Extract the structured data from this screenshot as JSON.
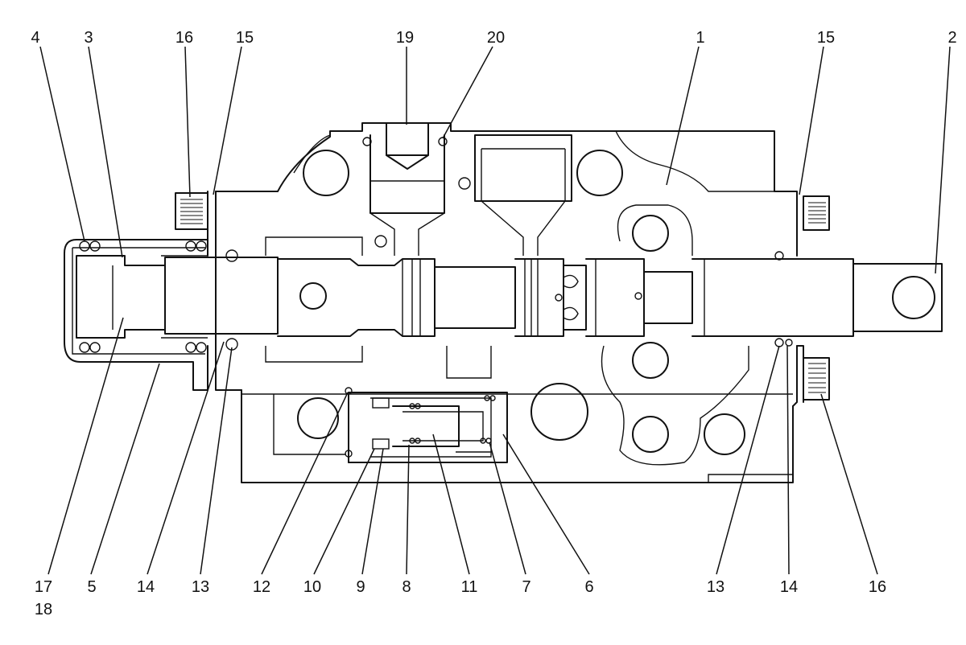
{
  "callouts": [
    {
      "id": "c4",
      "text": "4"
    },
    {
      "id": "c3",
      "text": "3"
    },
    {
      "id": "c16a",
      "text": "16"
    },
    {
      "id": "c15a",
      "text": "15"
    },
    {
      "id": "c19",
      "text": "19"
    },
    {
      "id": "c20",
      "text": "20"
    },
    {
      "id": "c1",
      "text": "1"
    },
    {
      "id": "c15b",
      "text": "15"
    },
    {
      "id": "c2",
      "text": "2"
    },
    {
      "id": "c17",
      "text": "17"
    },
    {
      "id": "c18",
      "text": "18"
    },
    {
      "id": "c5",
      "text": "5"
    },
    {
      "id": "c14a",
      "text": "14"
    },
    {
      "id": "c13a",
      "text": "13"
    },
    {
      "id": "c12",
      "text": "12"
    },
    {
      "id": "c10",
      "text": "10"
    },
    {
      "id": "c9",
      "text": "9"
    },
    {
      "id": "c8",
      "text": "8"
    },
    {
      "id": "c11",
      "text": "11"
    },
    {
      "id": "c7",
      "text": "7"
    },
    {
      "id": "c6",
      "text": "6"
    },
    {
      "id": "c13b",
      "text": "13"
    },
    {
      "id": "c14b",
      "text": "14"
    },
    {
      "id": "c16b",
      "text": "16"
    }
  ]
}
